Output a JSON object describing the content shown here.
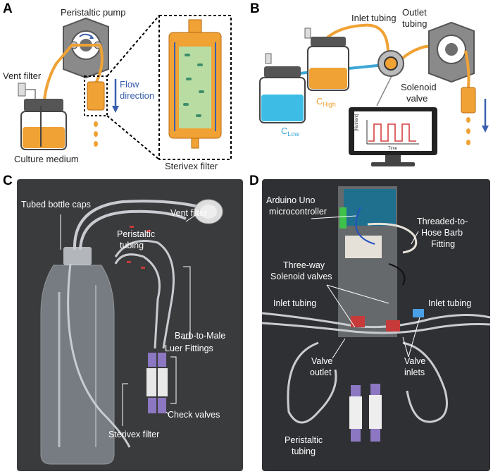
{
  "panels": {
    "a": {
      "letter": "A",
      "pump_label": "Peristaltic pump",
      "vent_label": "Vent filter",
      "flow_label_1": "Flow",
      "flow_label_2": "direction",
      "medium_label": "Culture medium",
      "sterivex_label": "Sterivex filter"
    },
    "b": {
      "letter": "B",
      "inlet_label": "Inlet tubing",
      "outlet_label_1": "Outlet",
      "outlet_label_2": "tubing",
      "valve_label_1": "Solenoid",
      "valve_label_2": "valve",
      "c_high": "C",
      "c_high_sub": "High",
      "c_low": "C",
      "c_low_sub": "Low",
      "plot_ylabel": "[Nutrient]",
      "plot_xlabel": "Time"
    },
    "c": {
      "letter": "C",
      "caps_label": "Tubed bottle caps",
      "vent_label": "Vent filter",
      "peri_label_1": "Peristaltic",
      "peri_label_2": "tubing",
      "barb_label_1": "Barb-to-Male",
      "barb_label_2": "Luer Fittings",
      "check_label": "Check valves",
      "sterivex_label": "Sterivex filter"
    },
    "d": {
      "letter": "D",
      "arduino_label_1": "Arduino Uno",
      "arduino_label_2": "microcontroller",
      "threaded_label_1": "Threaded-to-",
      "threaded_label_2": "Hose Barb",
      "threaded_label_3": "Fitting",
      "solenoid_label_1": "Three-way",
      "solenoid_label_2": "Solenoid valves",
      "inlet_left": "Inlet tubing",
      "inlet_right": "Inlet tubing",
      "outlet_label_1": "Valve",
      "outlet_label_2": "outlet",
      "inlets_label_1": "Valve",
      "inlets_label_2": "inlets",
      "peri_label_1": "Peristaltic",
      "peri_label_2": "tubing"
    }
  }
}
